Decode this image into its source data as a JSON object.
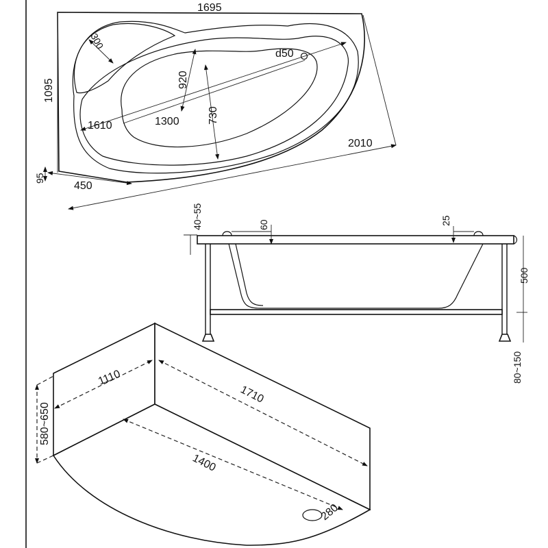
{
  "top_view": {
    "width_label": "1695",
    "height_label": "1095",
    "headrest_label": "300",
    "drain_label": "d50",
    "inner_width_label": "920",
    "bottom_length_label": "1300",
    "inner_length_label": "1610",
    "bottom_width_label": "730",
    "diagonal_label": "2010",
    "rim_label": "95",
    "short_side_label": "450"
  },
  "side_view": {
    "rim_height_label": "40~55",
    "rim_left_label": "60",
    "rim_right_label": "25",
    "depth_label": "500",
    "leg_label": "80~150"
  },
  "iso_view": {
    "short_wall_label": "1110",
    "long_wall_label": "1710",
    "height_label": "580~650",
    "base_label": "1400",
    "radius_label": "280"
  }
}
